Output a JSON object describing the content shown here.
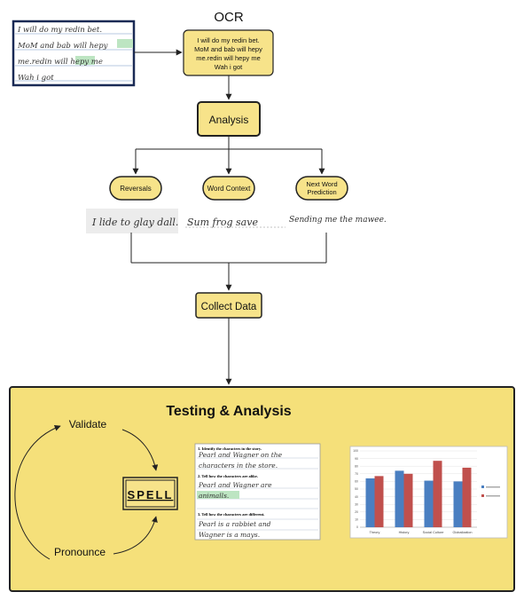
{
  "ocr": {
    "label": "OCR",
    "lines": [
      "I will do my redin bet.",
      "MoM and bab will hepy",
      "me.redin will hepy me",
      "Wah i got"
    ]
  },
  "handwriting_sample": {
    "lines": [
      "I will do my redin bet.",
      "MoM and bab will hepy",
      "me.redin will hepy me",
      "Wah i got"
    ]
  },
  "analysis": {
    "label": "Analysis"
  },
  "branches": [
    {
      "label": "Reversals",
      "sample": "I lide to glay dall."
    },
    {
      "label": "Word Context",
      "sample": "Sum frog save"
    },
    {
      "label_lines": [
        "Next Word",
        "Prediction"
      ],
      "sample": "Sending me the mawee."
    }
  ],
  "collect": {
    "label": "Collect Data"
  },
  "testing": {
    "title": "Testing & Analysis",
    "cycle": {
      "top": "Validate",
      "bottom": "Pronounce",
      "center": "SPELL"
    },
    "worksheet": {
      "sections": [
        {
          "prompt": "1. Identify the characters in the story.",
          "answer_lines": [
            "Pearl and Wagner on the",
            "characters in the store."
          ]
        },
        {
          "prompt": "2. Tell how the characters are alike.",
          "answer_lines": [
            "Pearl and Wagner are",
            "animalls."
          ]
        },
        {
          "prompt": "3. Tell how the characters are different.",
          "answer_lines": [
            "Pearl is a rabbiet and",
            "Wagner is a mays."
          ]
        }
      ]
    }
  },
  "chart_data": {
    "type": "bar",
    "categories": [
      "Theory",
      "History",
      "Social Culture",
      "Globalization"
    ],
    "series": [
      {
        "name": "",
        "values": [
          64,
          74,
          61,
          60
        ],
        "color": "#4a7fc1"
      },
      {
        "name": "",
        "values": [
          67,
          70,
          87,
          78
        ],
        "color": "#c0504d"
      }
    ],
    "ylim": [
      0,
      100
    ],
    "yticks": [
      0,
      10,
      20,
      30,
      40,
      50,
      60,
      70,
      80,
      90,
      100
    ],
    "legend": "right",
    "grid": true
  },
  "colors": {
    "box_fill": "#f7e38a",
    "panel_fill": "#f5e07a",
    "highlight": "#bde5c2",
    "stroke": "#222222"
  }
}
